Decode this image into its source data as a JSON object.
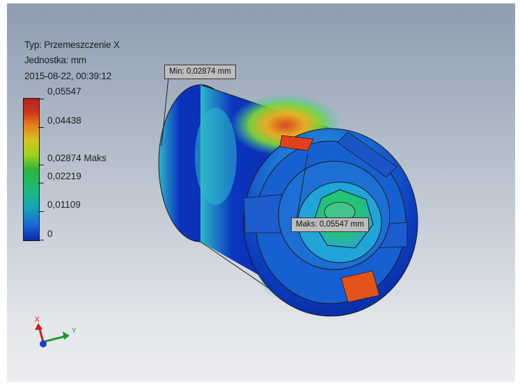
{
  "info": {
    "type_line": "Typ: Przemeszczenie X",
    "unit_line": "Jednostka: mm",
    "timestamp_line": "2015-08-22, 00:39:12"
  },
  "legend": {
    "labels": [
      "0,05547",
      "0,04438",
      "0,02874 Maks",
      "0,02219",
      "0,01109",
      "0"
    ],
    "values": [
      0.05547,
      0.04438,
      0.02874,
      0.02219,
      0.01109,
      0.0
    ],
    "gradient_colors": [
      "#b3201f",
      "#e77a18",
      "#d4c424",
      "#30b23c",
      "#15a6b6",
      "#0d2ab0"
    ]
  },
  "callouts": {
    "min_label": "Min: 0,02874 mm",
    "max_label": "Maks: 0,05547 mm"
  },
  "axis_triad": {
    "x_label": "X",
    "y_label": "Y",
    "x_color": "#d01a1a",
    "y_color": "#1f9a2a",
    "z_color": "#1a3ccf"
  },
  "model": {
    "icon": "cylinder-displacement-contour"
  }
}
